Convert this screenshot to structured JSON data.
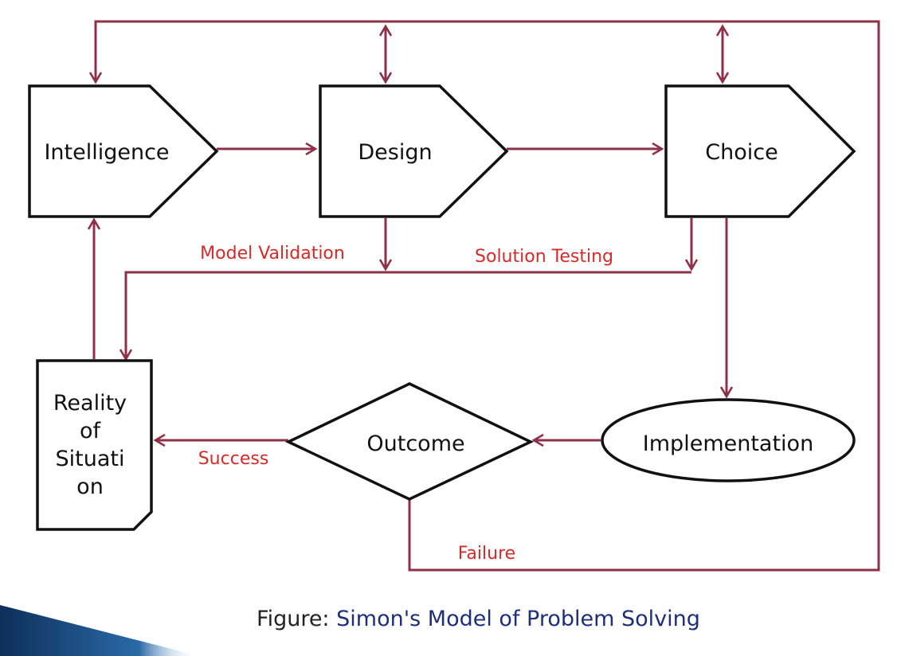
{
  "colors": {
    "line": "#8e3148",
    "edge_label": "#d42a2a",
    "node_stroke": "#111111",
    "caption_prefix": "#222222",
    "caption_title": "#1e2f78",
    "accent_bar": "#1d4f8a"
  },
  "nodes": {
    "intelligence": "Intelligence",
    "design": "Design",
    "choice": "Choice",
    "reality_lines": [
      "Reality",
      "of",
      "Situati",
      "on"
    ],
    "outcome": "Outcome",
    "implementation": "Implementation"
  },
  "edge_labels": {
    "model_validation": "Model Validation",
    "solution_testing": "Solution Testing",
    "success": "Success",
    "failure": "Failure"
  },
  "caption": {
    "prefix": "Figure:",
    "title": "Simon's Model of Problem Solving"
  }
}
